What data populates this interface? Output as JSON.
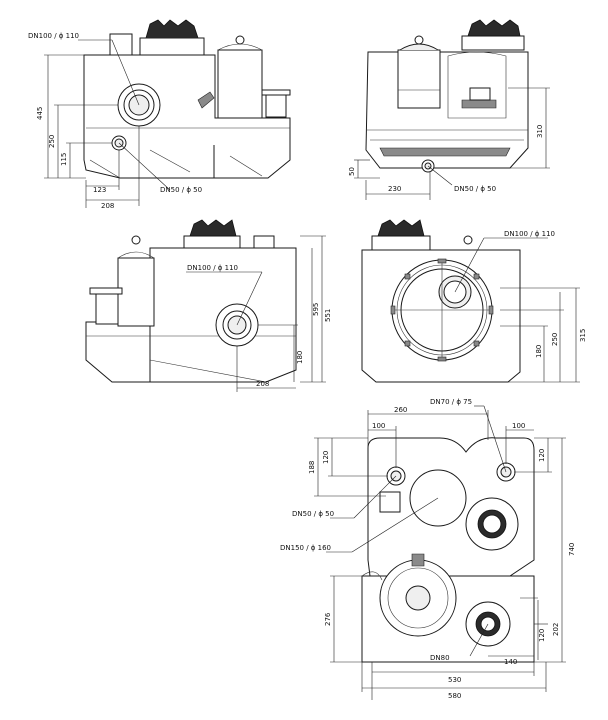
{
  "views": {
    "side_left": {
      "callouts": {
        "top": "DN100 /    ɸ 110",
        "bottom": "DN50 /   ɸ 50"
      },
      "dims": {
        "overall_h": "445",
        "inlet_h": "250",
        "low_h": "115",
        "w1": "123",
        "w2": "208"
      }
    },
    "front": {
      "callouts": {
        "bottom": "DN50 /   ɸ 50"
      },
      "dims": {
        "h_right": "310",
        "h_left": "50",
        "w": "230"
      }
    },
    "side_right": {
      "callouts": {
        "inlet": "DN100 /    ɸ 110"
      },
      "dims": {
        "h1": "595",
        "h2": "551",
        "h3": "180",
        "w": "208"
      }
    },
    "back": {
      "callouts": {
        "inlet": "DN100 /    ɸ 110"
      },
      "dims": {
        "h1": "315",
        "h2": "250",
        "h3": "180"
      }
    },
    "plan": {
      "callouts": {
        "dn70": "DN70 /    ɸ 75",
        "dn50": "DN50 /    ɸ 50",
        "dn150": "DN150 /    ɸ 160",
        "dn80": "DN80"
      },
      "dims": {
        "top_w": "260",
        "top_l": "100",
        "top_r": "100",
        "left_v": "188",
        "left_v2": "120",
        "right_v": "120",
        "overall_v": "740",
        "low_left": "276",
        "low_right1": "202",
        "low_right2": "120",
        "bot_140": "140",
        "bot_530": "530",
        "bot_580": "580"
      }
    }
  }
}
